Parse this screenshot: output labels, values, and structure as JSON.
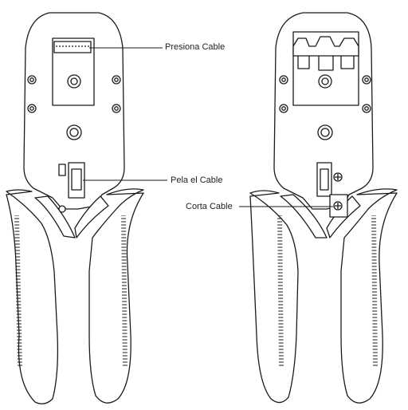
{
  "labels": {
    "press": "Presiona Cable",
    "strip": "Pela el Cable",
    "cut": "Corta Cable"
  },
  "colors": {
    "stroke": "#1a1a1a",
    "fill": "#ffffff"
  },
  "icons": [
    "crimp-tool-front",
    "crimp-tool-back"
  ]
}
